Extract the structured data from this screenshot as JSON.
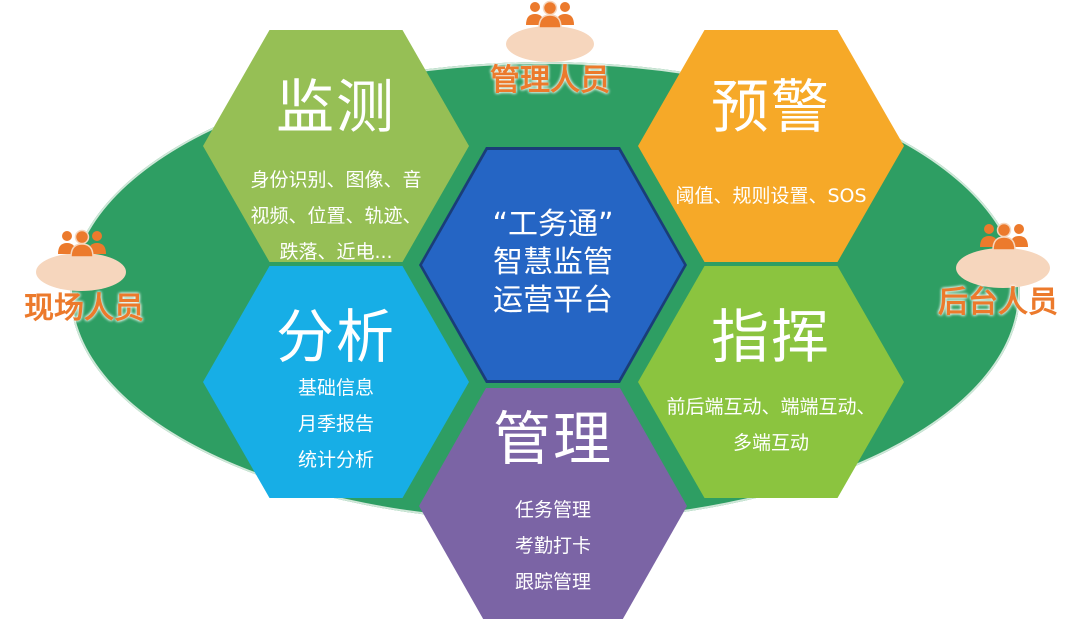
{
  "center": {
    "lines": [
      "“工务通”",
      "智慧监管",
      "运营平台"
    ]
  },
  "monitor": {
    "title": "监测",
    "lines": [
      "身份识别、图像、音",
      "视频、位置、轨迹、",
      "跌落、近电..."
    ]
  },
  "warning": {
    "title": "预警",
    "lines": [
      "阈值、规则设置、SOS"
    ]
  },
  "analysis": {
    "title": "分析",
    "lines": [
      "基础信息",
      "月季报告",
      "统计分析"
    ]
  },
  "command": {
    "title": "指挥",
    "lines": [
      "前后端互动、端端互动、",
      "多端互动"
    ]
  },
  "manage": {
    "title": "管理",
    "lines": [
      "任务管理",
      "考勤打卡",
      "跟踪管理"
    ]
  },
  "roles": {
    "manager": "管理人员",
    "field": "现场人员",
    "backoffice": "后台人员"
  },
  "colors": {
    "ellipse": "#2e9e63",
    "monitor": "#96bf55",
    "warning": "#f6a928",
    "analysis": "#17aee6",
    "command": "#8bc43f",
    "center": "#2565c4",
    "manage": "#7b64a5",
    "role_text": "#ec7a2c",
    "role_disc": "#f6d6bd"
  },
  "icons": {
    "people": "people-group-icon"
  }
}
